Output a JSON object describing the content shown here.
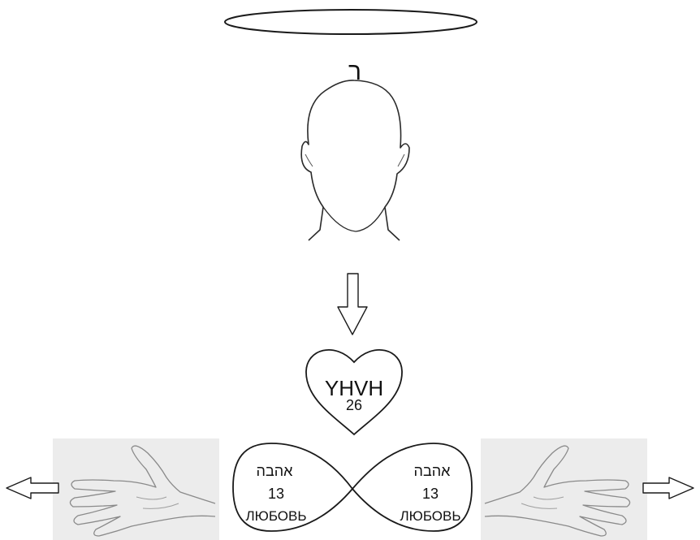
{
  "head_letter": "ר",
  "heart": {
    "name": "YHVH",
    "number": "26"
  },
  "infinity": {
    "left": {
      "hebrew": "אהבה",
      "number": "13",
      "russian": "ЛЮБОВЬ"
    },
    "right": {
      "hebrew": "אהבה",
      "number": "13",
      "russian": "ЛЮБОВЬ"
    }
  },
  "colors": {
    "stroke": "#1a1a1a",
    "hand_background": "#ececec",
    "hand_line": "#8a8a8a",
    "background": "#ffffff"
  },
  "icons": [
    "halo-icon",
    "head-icon",
    "down-arrow-icon",
    "heart-icon",
    "infinity-icon",
    "left-hand-icon",
    "right-hand-icon",
    "left-arrow-icon",
    "right-arrow-icon"
  ]
}
